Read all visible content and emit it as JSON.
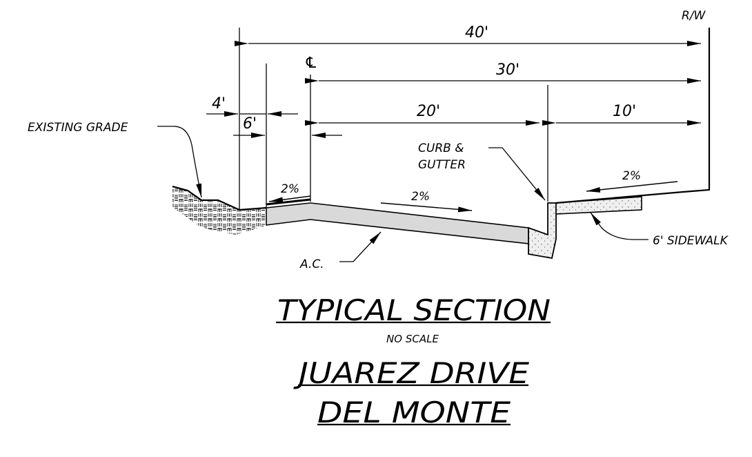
{
  "labels": {
    "rw": "R/W",
    "centerline": "℄",
    "dim_40": "40'",
    "dim_30": "30'",
    "dim_20": "20'",
    "dim_10": "10'",
    "dim_4": "4'",
    "dim_6": "6'",
    "existing_grade": "EXISTING GRADE",
    "curb_line1": "CURB &",
    "curb_line2": "GUTTER",
    "slope_left": "2%",
    "slope_road": "2%",
    "slope_sidewalk": "2%",
    "ac": "A.C.",
    "sidewalk": "6' SIDEWALK"
  },
  "title": {
    "main": "TYPICAL SECTION",
    "scale": "NO SCALE",
    "road": "JUAREZ DRIVE",
    "place": "DEL MONTE"
  },
  "colors": {
    "line": "#000000",
    "fill_ac": "#d9d9d9",
    "fill_concrete": "#efefef"
  }
}
